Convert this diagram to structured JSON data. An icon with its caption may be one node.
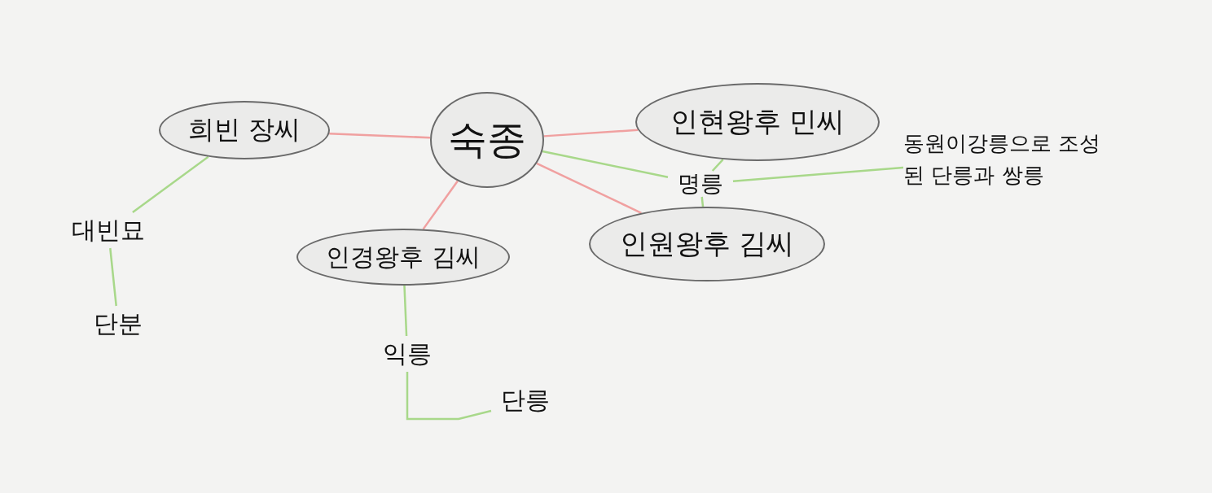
{
  "diagram": {
    "nodes": [
      {
        "text": [
          "숙종"
        ]
      },
      {
        "text": [
          "희빈 장씨"
        ]
      },
      {
        "text": [
          "인현왕후 민씨"
        ]
      },
      {
        "text": [
          "명릉"
        ]
      },
      {
        "text": [
          "동원이강릉으로 조성된 단릉과 쌍릉"
        ]
      },
      {
        "text": [
          "인원왕후 김씨"
        ]
      },
      {
        "text": [
          "인경왕후 김씨"
        ]
      },
      {
        "text": [
          "대빈묘"
        ]
      },
      {
        "text": [
          "단분"
        ]
      },
      {
        "text": [
          "익릉"
        ]
      },
      {
        "text": [
          "단릉"
        ]
      }
    ],
    "edges": [
      {
        "from": 0,
        "to": 1,
        "arrow": "none",
        "color": "#f0a0a0"
      },
      {
        "from": 0,
        "to": 2,
        "arrow": "none",
        "color": "#f0a0a0"
      },
      {
        "from": 0,
        "to": 3,
        "arrow": "none"
      },
      {
        "from": 0,
        "to": 5,
        "arrow": "none",
        "color": "#f0a0a0"
      },
      {
        "from": 0,
        "to": 6,
        "arrow": "none",
        "color": "#f0a0a0"
      },
      {
        "from": 1,
        "to": 7,
        "arrow": "none"
      },
      {
        "from": 7,
        "to": 8,
        "arrow": "none"
      },
      {
        "from": 6,
        "to": 9,
        "arrow": "none"
      },
      {
        "from": 9,
        "to": 10,
        "arrow": "none"
      },
      {
        "from": 2,
        "to": 3,
        "arrow": "none"
      },
      {
        "from": 3,
        "to": 5,
        "arrow": "none"
      },
      {
        "from": 3,
        "to": 4,
        "arrow": "none"
      }
    ]
  }
}
